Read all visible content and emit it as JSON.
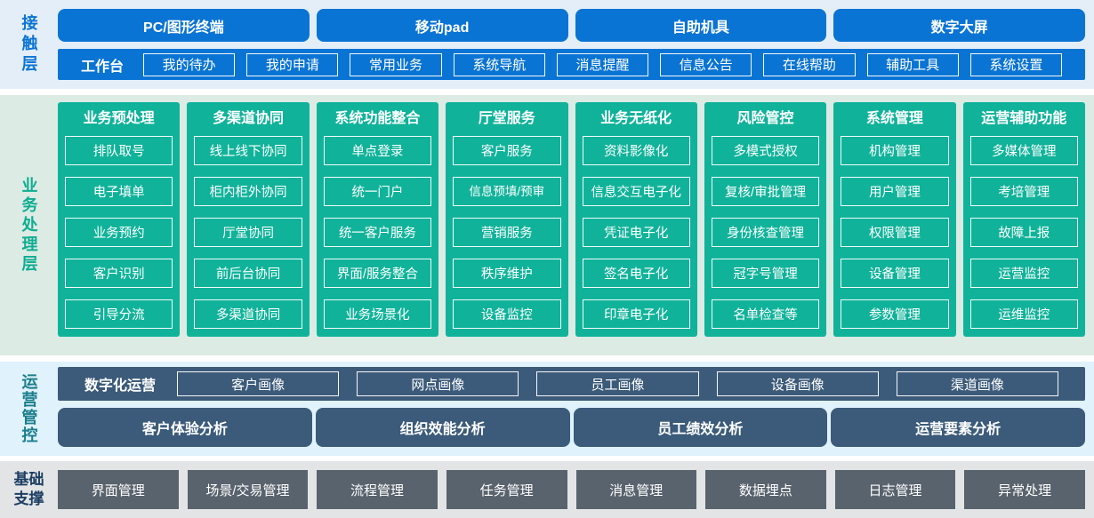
{
  "colors": {
    "contact_blue": "#0a74d4",
    "business_teal": "#10b39a",
    "operations_slate": "#3c5b7a",
    "foundation_gray": "#59636d",
    "foundation_label_navy": "#1d3e63",
    "band_contact_bg": "#e3eef9",
    "band_business_bg": "#dcebe4",
    "band_operations_bg": "#e0f2fb",
    "band_foundation_bg": "#e3e4e6"
  },
  "contact_layer": {
    "label": "接触层",
    "terminals": [
      "PC/图形终端",
      "移动pad",
      "自助机具",
      "数字大屏"
    ],
    "workbench": {
      "label": "工作台",
      "items": [
        "我的待办",
        "我的申请",
        "常用业务",
        "系统导航",
        "消息提醒",
        "信息公告",
        "在线帮助",
        "辅助工具",
        "系统设置"
      ]
    }
  },
  "business_layer": {
    "label": "业务处理层",
    "columns": [
      {
        "title": "业务预处理",
        "items": [
          "排队取号",
          "电子填单",
          "业务预约",
          "客户识别",
          "引导分流"
        ]
      },
      {
        "title": "多渠道协同",
        "items": [
          "线上线下协同",
          "柜内柜外协同",
          "厅堂协同",
          "前后台协同",
          "多渠道协同"
        ]
      },
      {
        "title": "系统功能整合",
        "items": [
          "单点登录",
          "统一门户",
          "统一客户服务",
          "界面/服务整合",
          "业务场景化"
        ]
      },
      {
        "title": "厅堂服务",
        "items": [
          "客户服务",
          "信息预填/预审",
          "营销服务",
          "秩序维护",
          "设备监控"
        ]
      },
      {
        "title": "业务无纸化",
        "items": [
          "资料影像化",
          "信息交互电子化",
          "凭证电子化",
          "签名电子化",
          "印章电子化"
        ]
      },
      {
        "title": "风险管控",
        "items": [
          "多模式授权",
          "复核/审批管理",
          "身份核查管理",
          "冠字号管理",
          "名单检查等"
        ]
      },
      {
        "title": "系统管理",
        "items": [
          "机构管理",
          "用户管理",
          "权限管理",
          "设备管理",
          "参数管理"
        ]
      },
      {
        "title": "运营辅助功能",
        "items": [
          "多媒体管理",
          "考培管理",
          "故障上报",
          "运营监控",
          "运维监控"
        ]
      }
    ]
  },
  "operations_layer": {
    "label": "运营管控",
    "digital_operation": {
      "label": "数字化运营",
      "items": [
        "客户画像",
        "网点画像",
        "员工画像",
        "设备画像",
        "渠道画像"
      ]
    },
    "analysis": [
      "客户体验分析",
      "组织效能分析",
      "员工绩效分析",
      "运营要素分析"
    ]
  },
  "foundation_layer": {
    "label": "基础支撑",
    "items": [
      "界面管理",
      "场景/交易管理",
      "流程管理",
      "任务管理",
      "消息管理",
      "数据埋点",
      "日志管理",
      "异常处理"
    ]
  }
}
